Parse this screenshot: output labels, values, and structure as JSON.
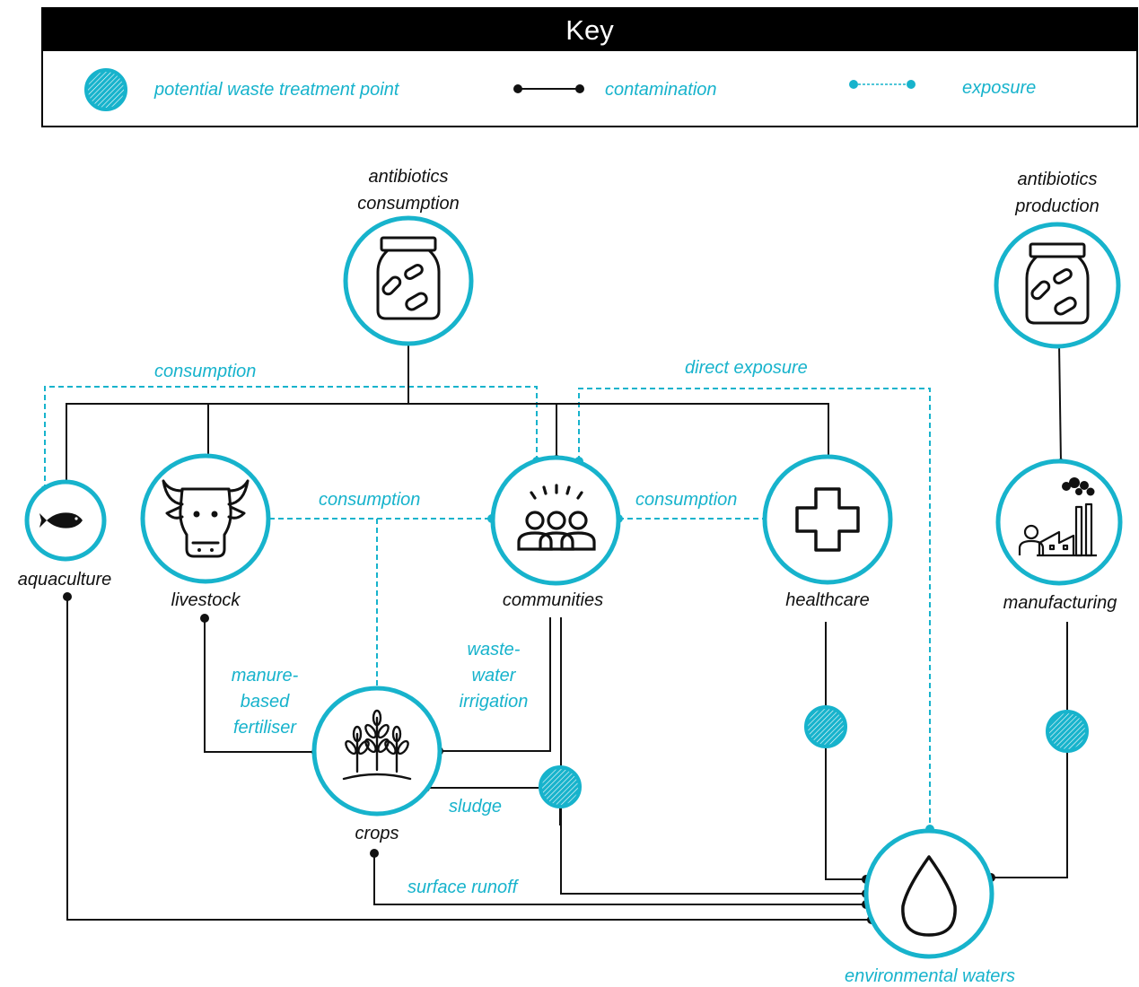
{
  "key": {
    "title": "Key",
    "treatment_label": "potential waste treatment point",
    "contamination_label": "contamination",
    "exposure_label": "exposure"
  },
  "colors": {
    "teal": "#17b3cc",
    "black": "#111111"
  },
  "nodes": {
    "antibiotics_consumption": [
      "antibiotics",
      "consumption"
    ],
    "antibiotics_production": [
      "antibiotics",
      "production"
    ],
    "aquaculture": "aquaculture",
    "livestock": "livestock",
    "communities": "communities",
    "healthcare": "healthcare",
    "manufacturing": "manufacturing",
    "crops": "crops",
    "environmental_waters": "environmental waters"
  },
  "edge_labels": {
    "consumption_top": "consumption",
    "direct_exposure": "direct exposure",
    "consumption_livestock": "consumption",
    "consumption_healthcare": "consumption",
    "manure": [
      "manure-",
      "based",
      "fertiliser"
    ],
    "wastewater": [
      "waste-",
      "water",
      "irrigation"
    ],
    "sludge": "sludge",
    "surface_runoff": "surface runoff"
  },
  "icons": {
    "consumption_jar": "pill-jar-icon",
    "production_jar": "pill-jar-icon",
    "aquaculture": "fish-icon",
    "livestock": "cow-icon",
    "communities": "people-group-icon",
    "healthcare": "medical-cross-icon",
    "manufacturing": "factory-worker-icon",
    "crops": "crops-icon",
    "water": "water-drop-icon"
  }
}
